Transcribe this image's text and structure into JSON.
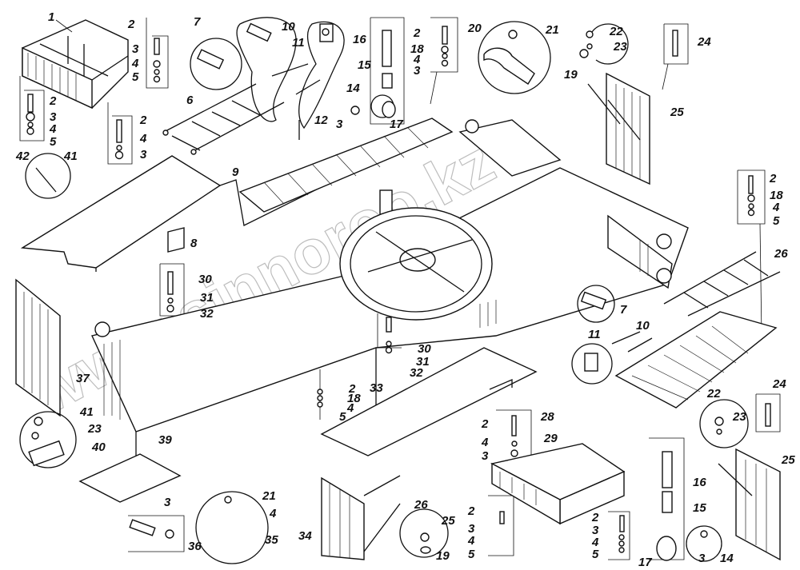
{
  "figure": {
    "type": "exploded-assembly-drawing",
    "subject": "crane chassis frame with platforms, ladders, boxes and fasteners",
    "watermark": "www.sinnoroo.kz",
    "colors": {
      "ink": "#111111",
      "paper": "#ffffff",
      "watermark": "#888888"
    }
  },
  "labels": [
    {
      "id": "l1",
      "text": "1"
    },
    {
      "id": "l2a",
      "text": "2"
    },
    {
      "id": "l3a",
      "text": "3"
    },
    {
      "id": "l4a",
      "text": "4"
    },
    {
      "id": "l5a",
      "text": "5"
    },
    {
      "id": "l2b",
      "text": "2"
    },
    {
      "id": "l3b",
      "text": "3"
    },
    {
      "id": "l4b",
      "text": "4"
    },
    {
      "id": "l5b",
      "text": "5"
    },
    {
      "id": "l2c",
      "text": "2"
    },
    {
      "id": "l4c",
      "text": "4"
    },
    {
      "id": "l3c",
      "text": "3"
    },
    {
      "id": "l7a",
      "text": "7"
    },
    {
      "id": "l6a",
      "text": "6"
    },
    {
      "id": "l10a",
      "text": "10"
    },
    {
      "id": "l11a",
      "text": "11"
    },
    {
      "id": "l12",
      "text": "12"
    },
    {
      "id": "l16a",
      "text": "16"
    },
    {
      "id": "l15a",
      "text": "15"
    },
    {
      "id": "l14a",
      "text": "14"
    },
    {
      "id": "l3d",
      "text": "3"
    },
    {
      "id": "l17a",
      "text": "17"
    },
    {
      "id": "l2d",
      "text": "2"
    },
    {
      "id": "l18a",
      "text": "18"
    },
    {
      "id": "l4d",
      "text": "4"
    },
    {
      "id": "l3e",
      "text": "3"
    },
    {
      "id": "l20",
      "text": "20"
    },
    {
      "id": "l21a",
      "text": "21"
    },
    {
      "id": "l22a",
      "text": "22"
    },
    {
      "id": "l23a",
      "text": "23"
    },
    {
      "id": "l19a",
      "text": "19"
    },
    {
      "id": "l24a",
      "text": "24"
    },
    {
      "id": "l25a",
      "text": "25"
    },
    {
      "id": "l2e",
      "text": "2"
    },
    {
      "id": "l18b",
      "text": "18"
    },
    {
      "id": "l4e",
      "text": "4"
    },
    {
      "id": "l5e",
      "text": "5"
    },
    {
      "id": "l26a",
      "text": "26"
    },
    {
      "id": "l42",
      "text": "42"
    },
    {
      "id": "l41a",
      "text": "41"
    },
    {
      "id": "l9",
      "text": "9"
    },
    {
      "id": "l8",
      "text": "8"
    },
    {
      "id": "l30a",
      "text": "30"
    },
    {
      "id": "l31a",
      "text": "31"
    },
    {
      "id": "l32a",
      "text": "32"
    },
    {
      "id": "l7b",
      "text": "7"
    },
    {
      "id": "l10b",
      "text": "10"
    },
    {
      "id": "l11b",
      "text": "11"
    },
    {
      "id": "l30b",
      "text": "30"
    },
    {
      "id": "l31b",
      "text": "31"
    },
    {
      "id": "l32b",
      "text": "32"
    },
    {
      "id": "l33",
      "text": "33"
    },
    {
      "id": "l2f",
      "text": "2"
    },
    {
      "id": "l18c",
      "text": "18"
    },
    {
      "id": "l4f",
      "text": "4"
    },
    {
      "id": "l5f",
      "text": "5"
    },
    {
      "id": "l28",
      "text": "28"
    },
    {
      "id": "l37",
      "text": "37"
    },
    {
      "id": "l41b",
      "text": "41"
    },
    {
      "id": "l23b",
      "text": "23"
    },
    {
      "id": "l40",
      "text": "40"
    },
    {
      "id": "l39",
      "text": "39"
    },
    {
      "id": "l3f",
      "text": "3"
    },
    {
      "id": "l36",
      "text": "36"
    },
    {
      "id": "l21b",
      "text": "21"
    },
    {
      "id": "l4g",
      "text": "4"
    },
    {
      "id": "l35",
      "text": "35"
    },
    {
      "id": "l34",
      "text": "34"
    },
    {
      "id": "l26b",
      "text": "26"
    },
    {
      "id": "l25b",
      "text": "25"
    },
    {
      "id": "l19b",
      "text": "19"
    },
    {
      "id": "l2g",
      "text": "2"
    },
    {
      "id": "l3g",
      "text": "3"
    },
    {
      "id": "l4h",
      "text": "4"
    },
    {
      "id": "l5g",
      "text": "5"
    },
    {
      "id": "l2h",
      "text": "2"
    },
    {
      "id": "l4i",
      "text": "4"
    },
    {
      "id": "l3h",
      "text": "3"
    },
    {
      "id": "l29",
      "text": "29"
    },
    {
      "id": "l2i",
      "text": "2"
    },
    {
      "id": "l3i",
      "text": "3"
    },
    {
      "id": "l4j",
      "text": "4"
    },
    {
      "id": "l5h",
      "text": "5"
    },
    {
      "id": "l16b",
      "text": "16"
    },
    {
      "id": "l15b",
      "text": "15"
    },
    {
      "id": "l17b",
      "text": "17"
    },
    {
      "id": "l3j",
      "text": "3"
    },
    {
      "id": "l14b",
      "text": "14"
    },
    {
      "id": "l22b",
      "text": "22"
    },
    {
      "id": "l23c",
      "text": "23"
    },
    {
      "id": "l24b",
      "text": "24"
    },
    {
      "id": "l25c",
      "text": "25"
    }
  ]
}
